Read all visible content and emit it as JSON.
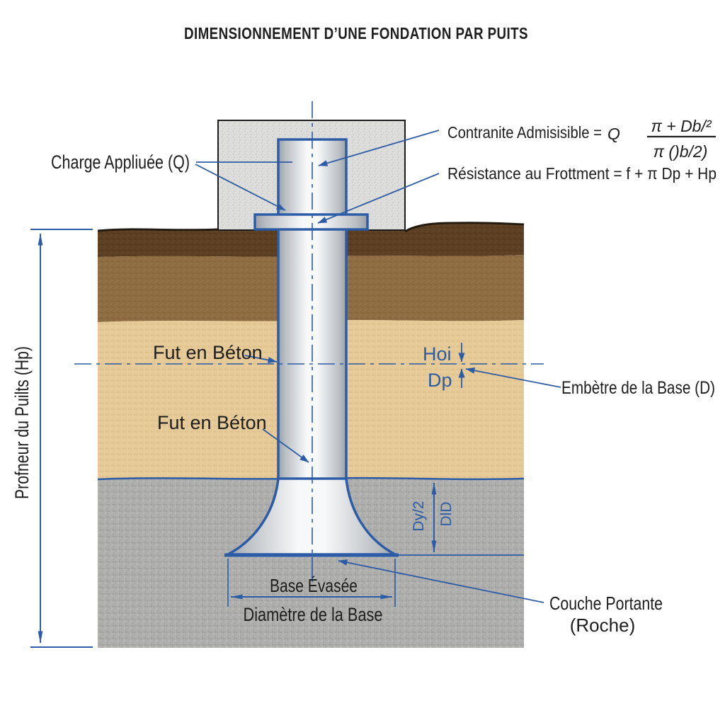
{
  "title": "DIMENSIONNEMENT D’UNE FONDATION PAR PUITS",
  "formulas": {
    "admissible_prefix": "Contranite Admisisible = ",
    "admissible_q": "Q",
    "admissible_numerator": "π + Db/²",
    "admissible_denominator": "π ()b/2)",
    "friction": "Résistance au Frottment = f + π Dp + Hp"
  },
  "labels": {
    "charge": "Charge Appliuée (Q)",
    "fut_upper": "Fut en Béton",
    "fut_lower": "Fut en Béton",
    "hoi": "Hoi",
    "dp": "Dp",
    "embetre": "Embètre de la Base (D)",
    "base_evasee": "Base Évasée",
    "diametre_base": "Diamètre de la Base",
    "couche_line1": "Couche Portante",
    "couche_line2": "(Roche)",
    "profondeur": "Profneur du Puilts (Hp)",
    "rock_dim_left": "Dy/2",
    "rock_dim_right": "DlD"
  },
  "colors": {
    "line_blue": "#2d5ca7",
    "text_black": "#1e1e1e",
    "concrete_cap": "#dddddb",
    "soil_dark_brown": "#5d3f23",
    "soil_medium_brown": "#8f6d43",
    "soil_tan": "#e5c996",
    "rock_gray": "#aeaeac",
    "pier_light": "#f7f8f9",
    "pier_shadow": "#9aa0a6",
    "ground_line": "#241b10"
  }
}
